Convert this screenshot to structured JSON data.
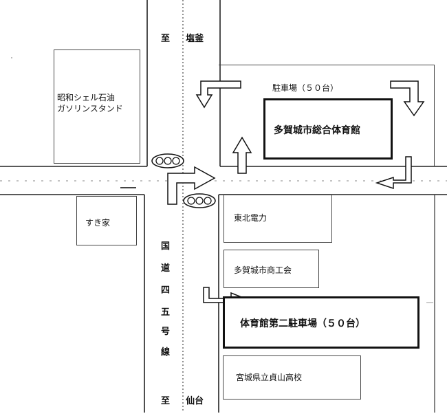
{
  "map": {
    "destinations": {
      "north": {
        "prefix": "至",
        "name": "塩釜"
      },
      "south": {
        "prefix": "至",
        "name": "仙台"
      }
    },
    "route_name": "国道四五号線",
    "route_chars": [
      "国",
      "道",
      "四",
      "五",
      "号",
      "線"
    ],
    "gas_station": {
      "line1": "昭和シェル石油",
      "line2": "ガソリンスタンド"
    },
    "sukiya": "すき家",
    "parking_main": "駐車場（５０台）",
    "gymnasium": "多賀城市総合体育館",
    "tohoku_electric": "東北電力",
    "chamber_of_commerce": "多賀城市商工会",
    "parking_second": "体育館第二駐車場（５０台）",
    "high_school": "宮城県立貞山高校",
    "signal_symbol": "OOO"
  }
}
